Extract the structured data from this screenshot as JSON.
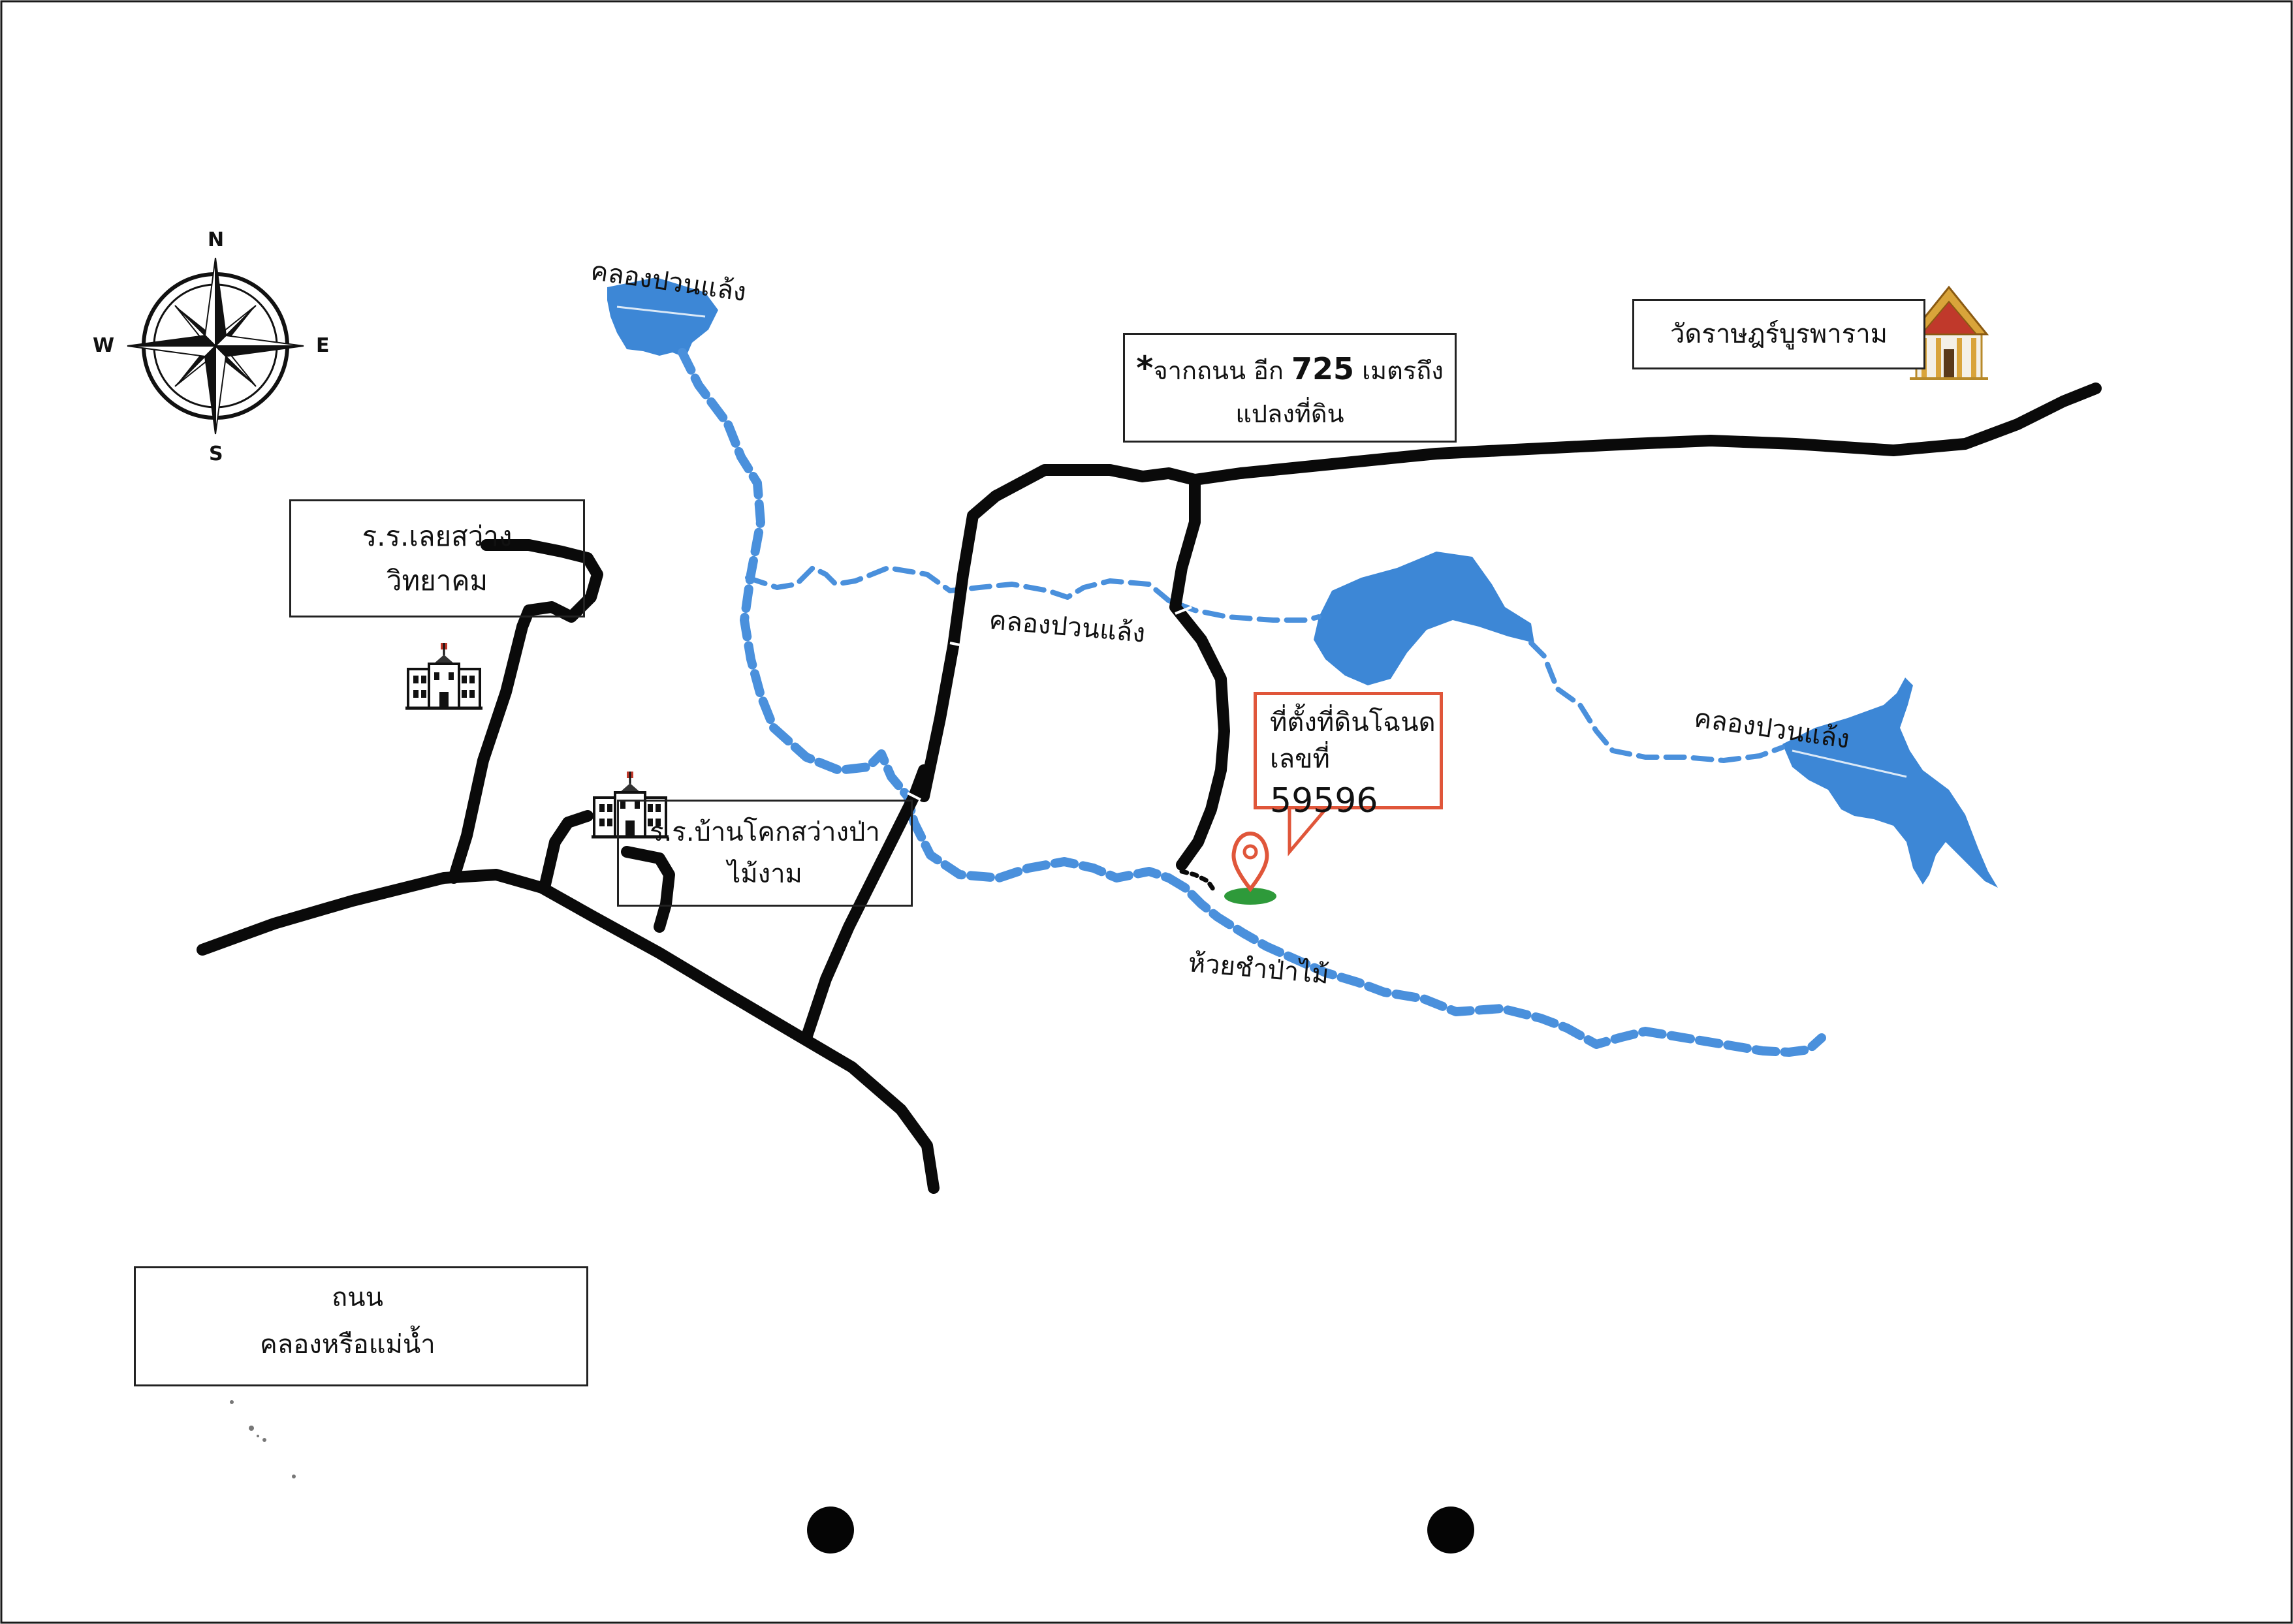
{
  "compass": {
    "north": "N",
    "south": "S",
    "east": "E",
    "west": "W"
  },
  "labels": {
    "canal_top": "คลองปวนแล้ง",
    "canal_middle": "คลองปวนแล้ง",
    "canal_right": "คลองปวนแล้ง",
    "stream": "ห้วยชำป่าไม้"
  },
  "boxes": {
    "distance_note": {
      "star": "*",
      "line1_prefix": "จากถนน อีก ",
      "distance": "725",
      "line1_suffix": " เมตรถึง",
      "line2": "แปลงที่ดิน"
    },
    "temple": "วัดราษฎร์บูรพาราม",
    "school1": {
      "line1": "ร.ร.เลยสว่าง",
      "line2": "วิทยาคม"
    },
    "school2": {
      "line1": "ร.ร.บ้านโคกสว่างป่า",
      "line2": "ไม้งาม"
    }
  },
  "callout": {
    "line1": "ที่ตั้งที่ดินโฉนด",
    "line2_prefix": "เลขที่ ",
    "deed_number": "59596"
  },
  "legend": {
    "road": "ถนน",
    "waterway": "คลองหรือแม่น้ำ"
  },
  "colors": {
    "road": "#0a0a0a",
    "water": "#3d87d6",
    "waterway_dashed": "#4a90dc",
    "callout_border": "#e0563a",
    "pin": "#e0563a",
    "land_plot": "#2e9a3a"
  },
  "icons": {
    "compass": "compass-rose-icon",
    "school": "school-building-icon",
    "temple": "temple-icon",
    "location": "map-pin-icon"
  }
}
